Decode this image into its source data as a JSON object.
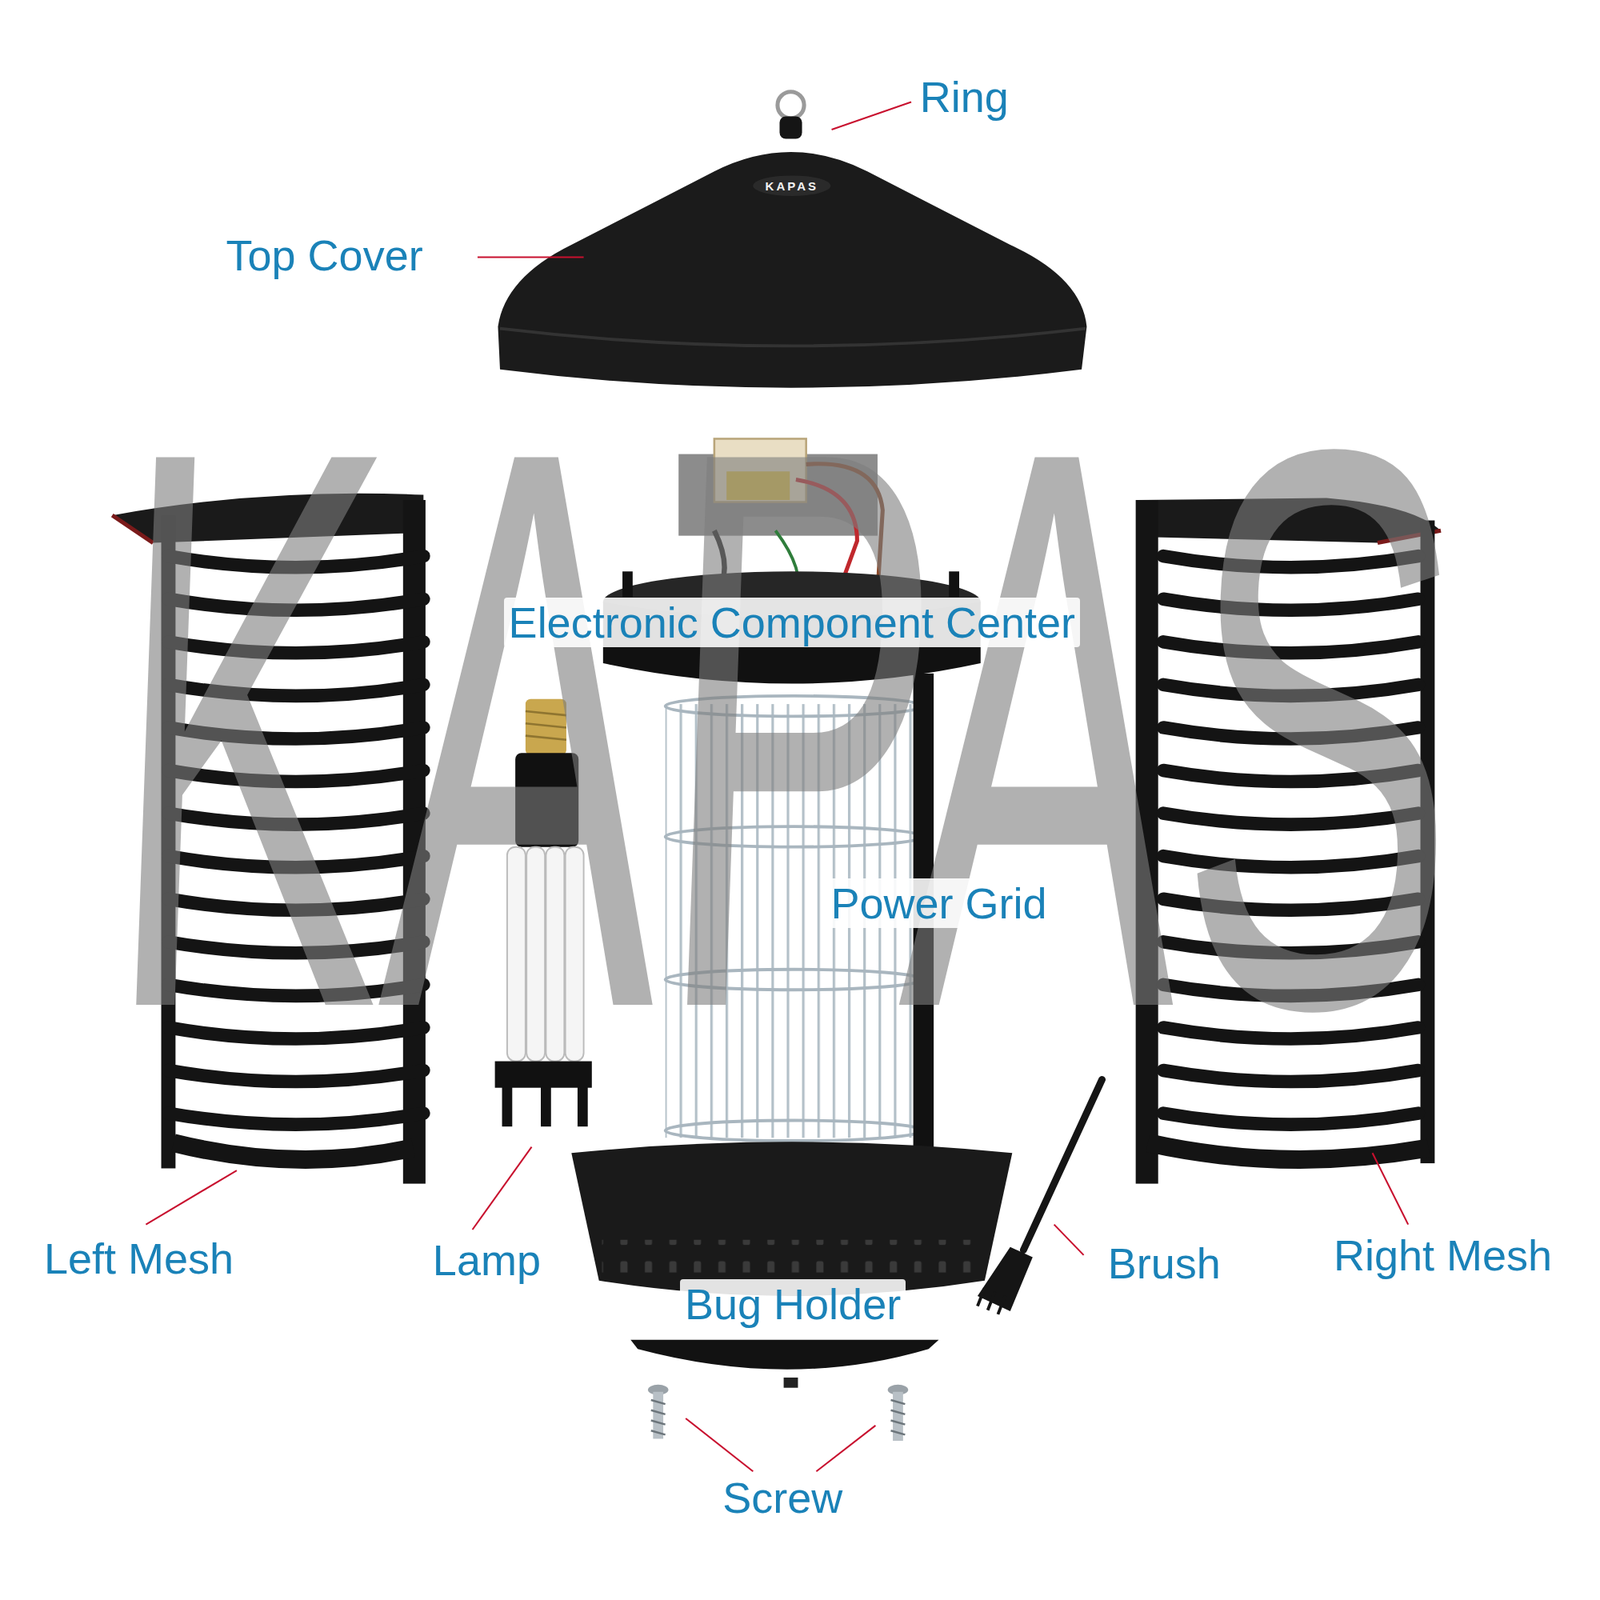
{
  "diagram": {
    "labels": [
      "Ring",
      "KAPAS",
      "Top Cover",
      "KAPAS",
      "Electronic Component Center",
      "Power Grid",
      "Left Mesh",
      "Lamp",
      "Brush",
      "Right Mesh",
      "Bug Holder",
      "Screw"
    ]
  }
}
